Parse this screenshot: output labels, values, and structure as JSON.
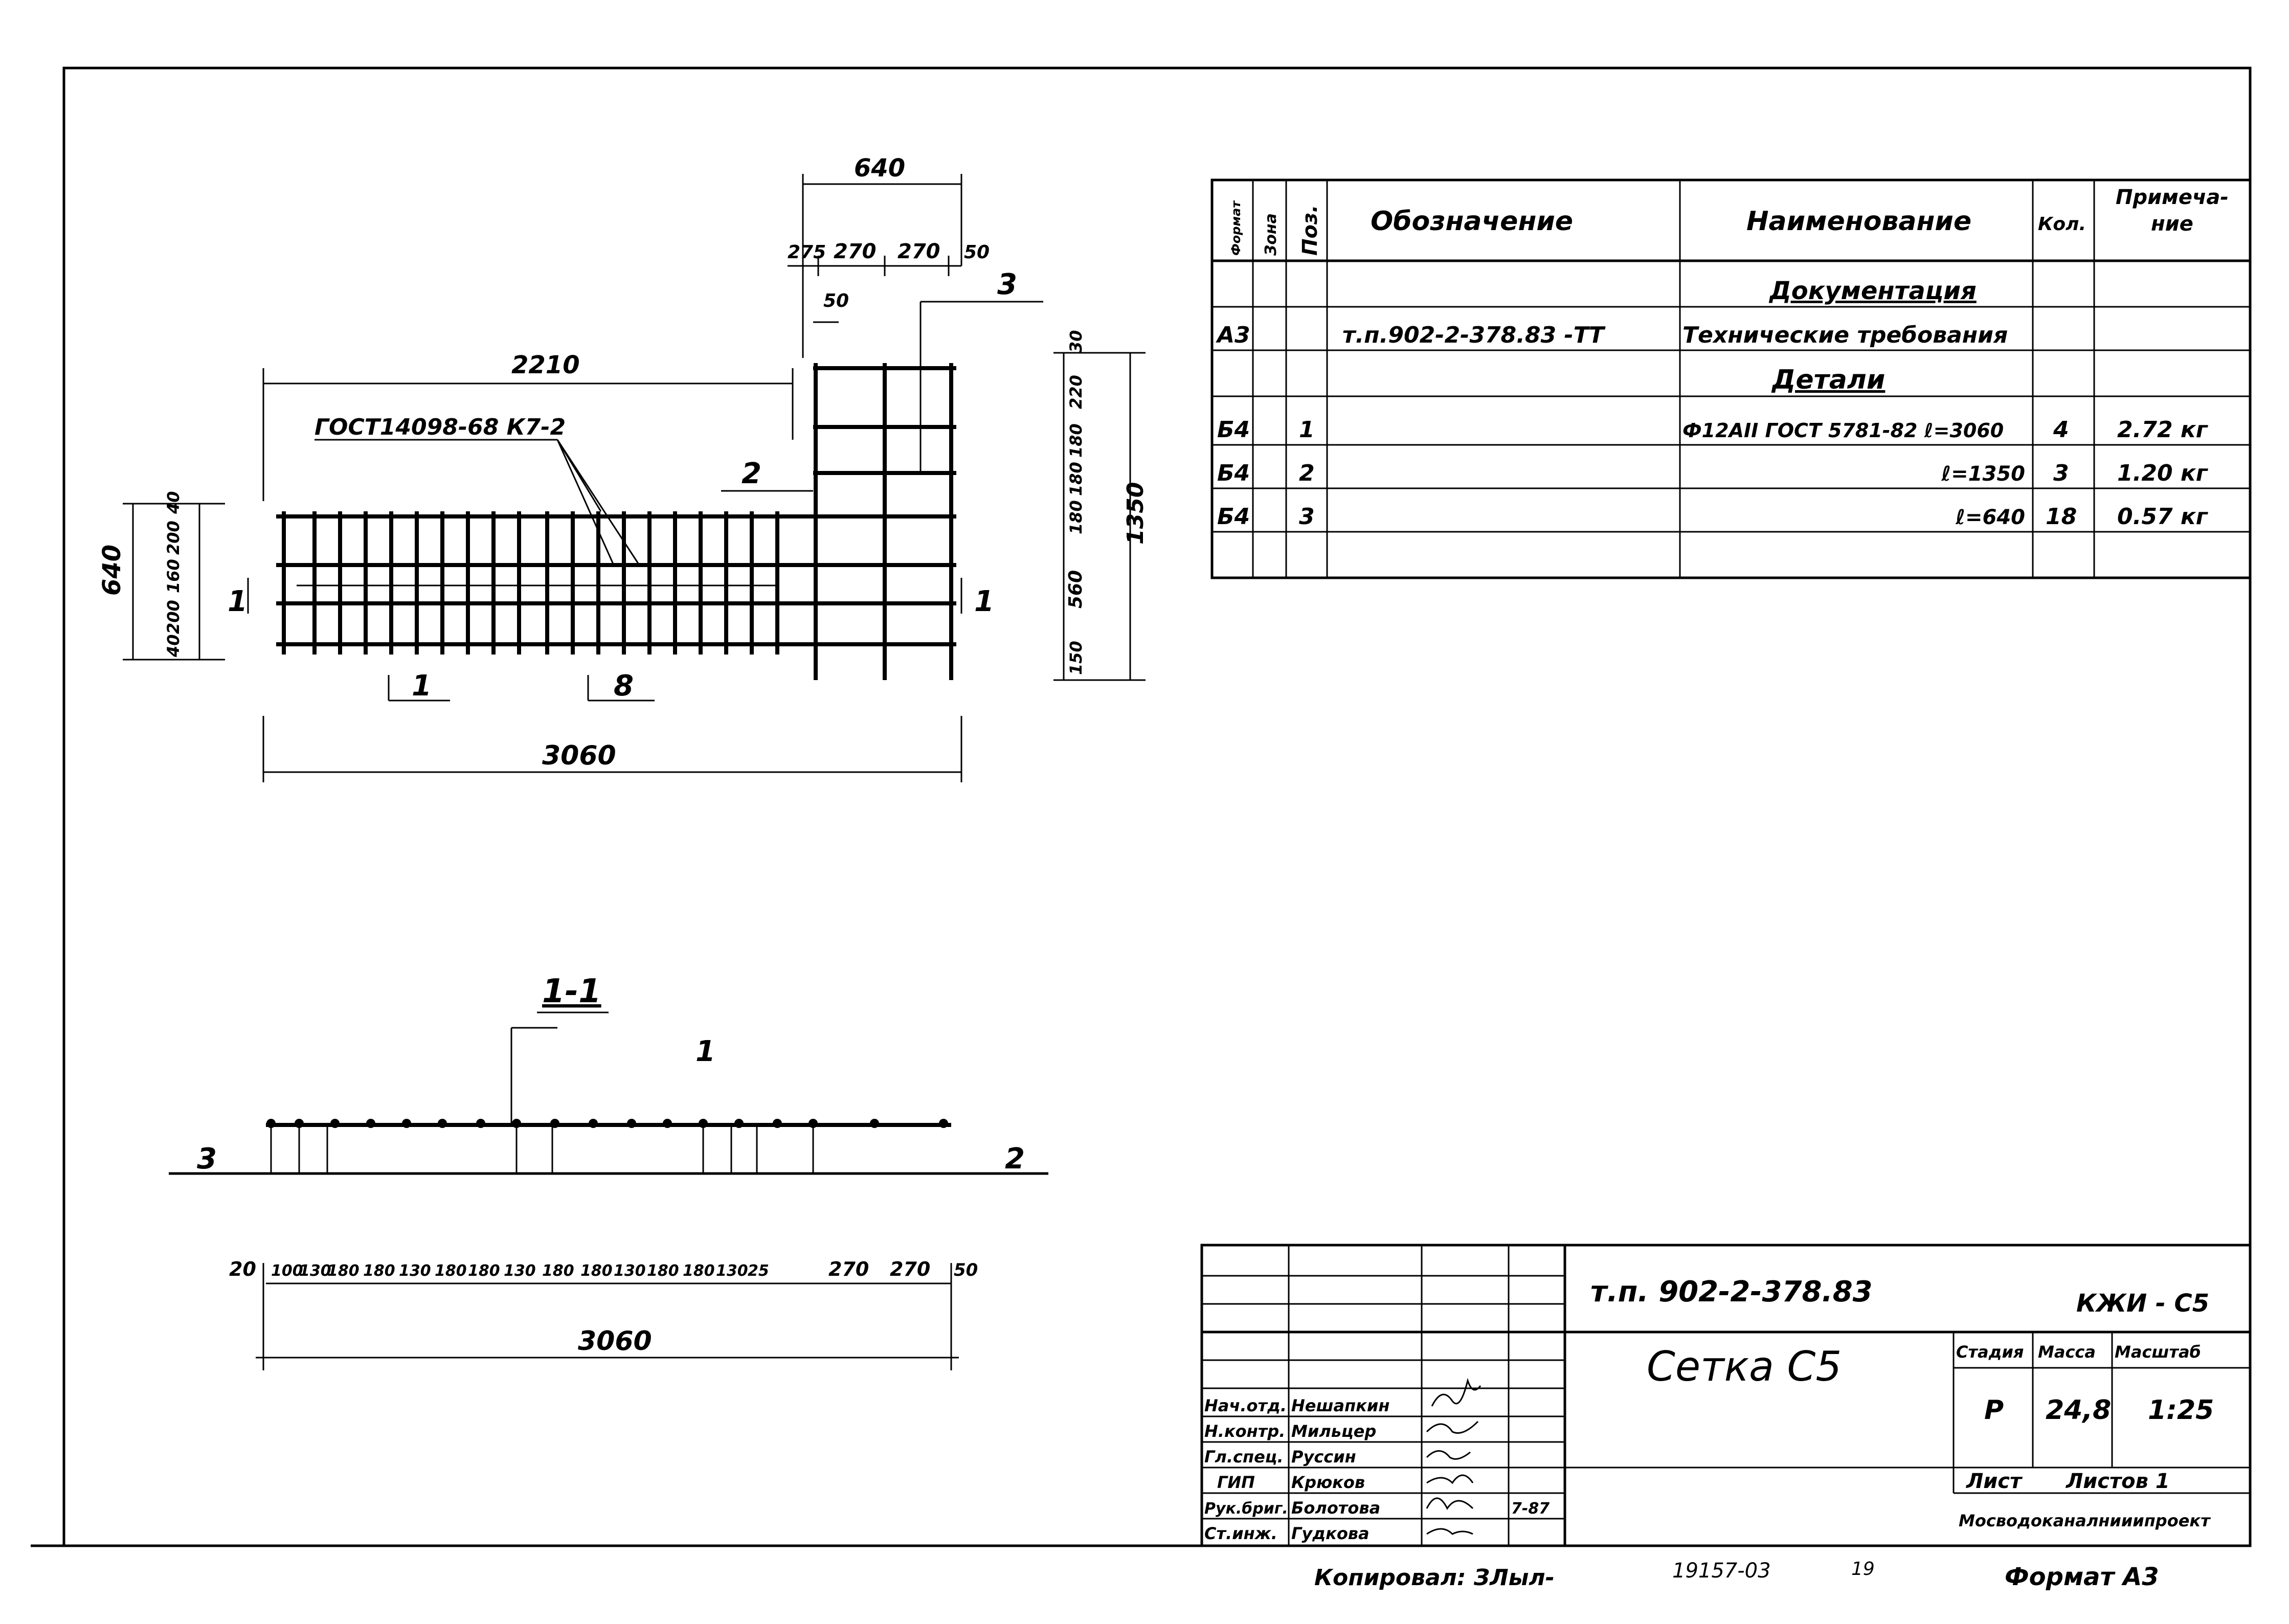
{
  "plan": {
    "dim_640_top": "640",
    "dim_sub_275": "275",
    "dim_sub_270a": "270",
    "dim_sub_270b": "270",
    "dim_sub_50": "50",
    "dim_50_small": "50",
    "dim_2210": "2210",
    "gost_label": "ГОСТ14098-68 К7-2",
    "pos_3": "3",
    "pos_2": "2",
    "pos_1": "1",
    "pos_8": "8",
    "section_left": "1",
    "section_right": "1",
    "dim_3060": "3060",
    "left_dim_640": "640",
    "left_dims": [
      "40",
      "200",
      "160",
      "200",
      "40"
    ],
    "right_dims": [
      "30",
      "220",
      "180",
      "180",
      "180",
      "560",
      "150"
    ],
    "right_total": "1350"
  },
  "section": {
    "title": "1-1",
    "pos_1": "1",
    "pos_3": "3",
    "pos_2": "2",
    "dims": [
      "20",
      "100",
      "130",
      "180",
      "180",
      "130",
      "180",
      "180",
      "130",
      "180",
      "180",
      "130",
      "180",
      "180",
      "130",
      "25",
      "270",
      "270",
      "50"
    ],
    "total": "3060"
  },
  "spec_table": {
    "headers": [
      "Формат",
      "Зона",
      "Поз.",
      "Обозначение",
      "Наименование",
      "Кол.",
      "Примеча-ние"
    ],
    "section_doc": "Документация",
    "row_doc": {
      "format": "А3",
      "designation": "т.п.902-2-378.83 -ТТ",
      "name": "Технические требования"
    },
    "section_details": "Детали",
    "rows": [
      {
        "format": "Б4",
        "pos": "1",
        "name": "Ф12АII ГОСТ 5781-82 ℓ=3060",
        "qty": "4",
        "note": "2.72 кг"
      },
      {
        "format": "Б4",
        "pos": "2",
        "name": "ℓ=1350",
        "qty": "3",
        "note": "1.20 кг"
      },
      {
        "format": "Б4",
        "pos": "3",
        "name": "ℓ=640",
        "qty": "18",
        "note": "0.57 кг"
      }
    ]
  },
  "title_block": {
    "doc_code": "т.п. 902-2-378.83",
    "sheet_code": "КЖИ - С5",
    "drawing_name": "Сетка С5",
    "stage_label": "Стадия",
    "mass_label": "Масса",
    "scale_label": "Масштаб",
    "stage": "Р",
    "mass": "24,8",
    "scale": "1:25",
    "sheet_label": "Лист",
    "sheets_label": "Листов 1",
    "organization": "Мосводоканалнииипроект",
    "staff": [
      {
        "role": "Нач.отд.",
        "name": "Нешапкин"
      },
      {
        "role": "Н.контр.",
        "name": "Мильцер"
      },
      {
        "role": "Гл.спец.",
        "name": "Руссин"
      },
      {
        "role": "ГИП",
        "name": "Крюков"
      },
      {
        "role": "Рук.бриг.",
        "name": "Болотова"
      },
      {
        "role": "Ст.инж.",
        "name": "Гудкова"
      }
    ],
    "date_stamp": "7-87"
  },
  "footer": {
    "copied": "Копировал: ЗЛыл-",
    "number": "19157-03",
    "page": "19",
    "format": "Формат А3"
  },
  "colors": {
    "ink": "#000000",
    "paper": "#ffffff"
  }
}
